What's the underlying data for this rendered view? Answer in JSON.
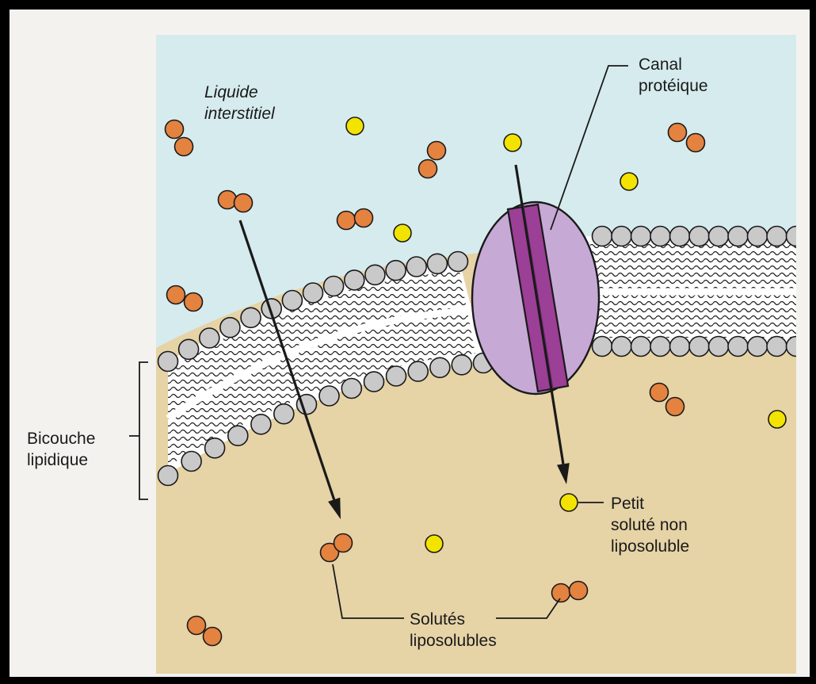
{
  "labels": {
    "interstitial": "Liquide\ninterstitiel",
    "channel": "Canal\nprotéique",
    "bilayer": "Bicouche\nlipidique",
    "small_solute": "Petit\nsoluté non\nliposoluble",
    "lipid_solutes": "Solutés\nliposolubles"
  },
  "colors": {
    "interstitial_fluid": "#d6ebee",
    "cytoplasm": "#e6d3a6",
    "phospholipid_head": "#c9c9c9",
    "lipid_solute": "#e4823f",
    "small_solute": "#f3e300",
    "channel_protein": "#c7a9d6",
    "channel_pore": "#9c3f96",
    "arrow": "#1a1a1a"
  }
}
